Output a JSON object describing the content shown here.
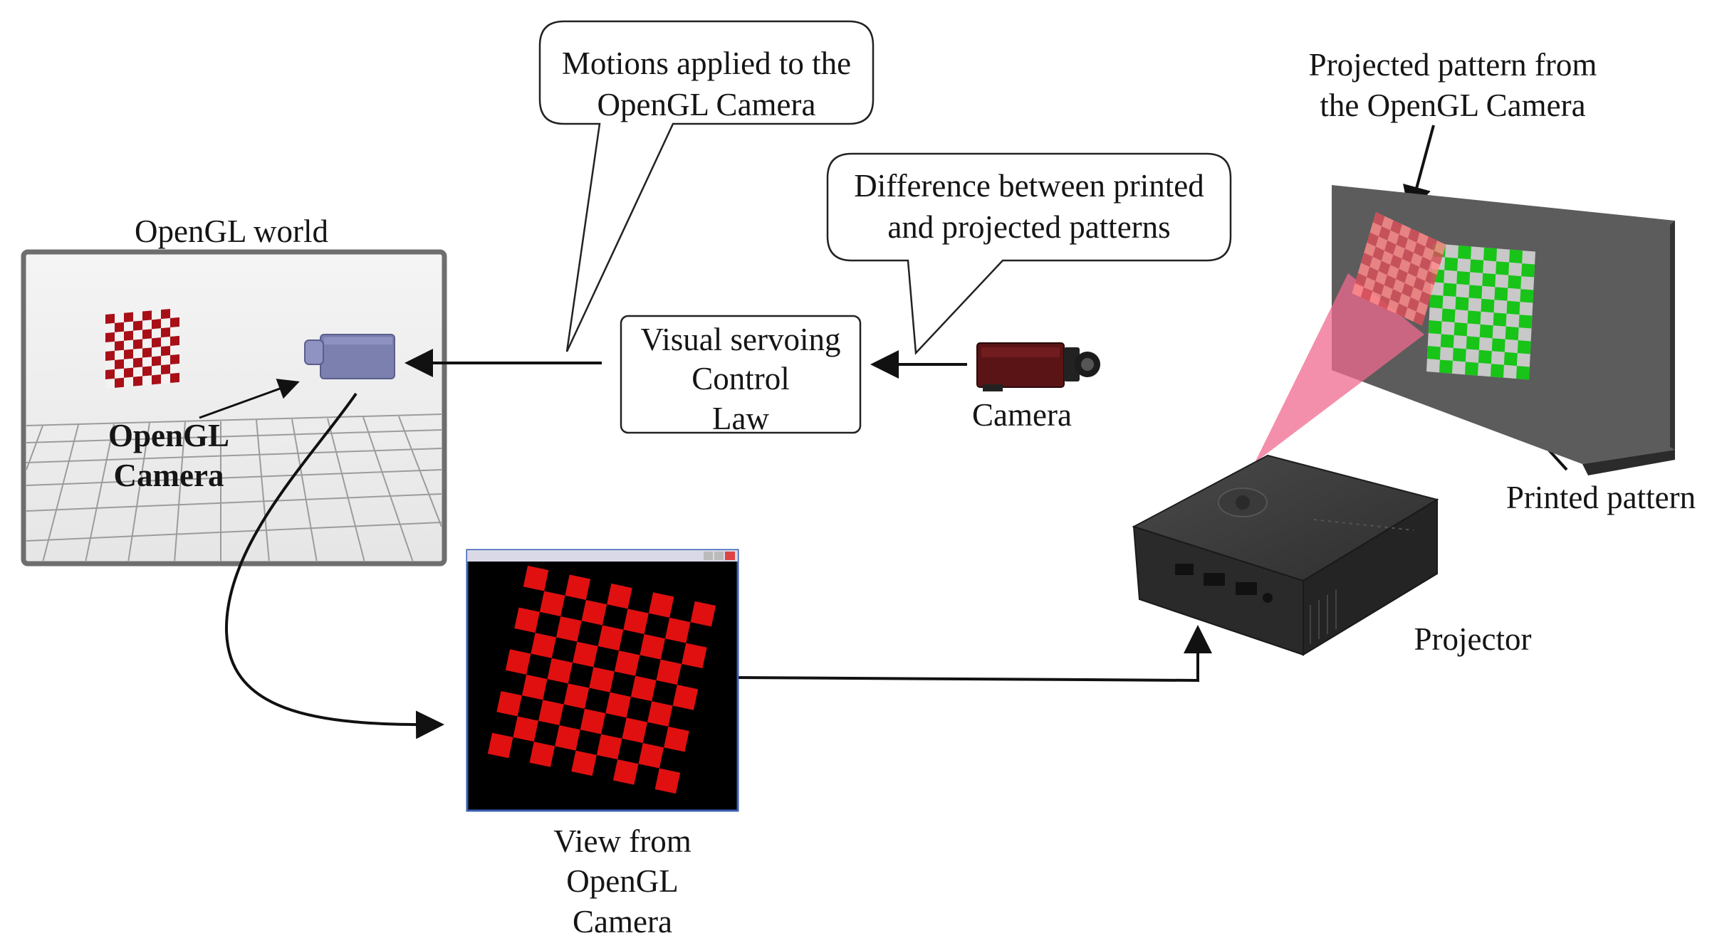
{
  "labels": {
    "opengl_world": "OpenGL world",
    "opengl_camera_line1": "OpenGL",
    "opengl_camera_line2": "Camera",
    "motions_line1": "Motions applied to the",
    "motions_line2": "OpenGL Camera",
    "difference_line1": "Difference between  printed",
    "difference_line2": "and projected  patterns",
    "vs_line1": "Visual servoing",
    "vs_line2": "Control",
    "vs_line3": "Law",
    "camera": "Camera",
    "view_line1": "View from",
    "view_line2": "OpenGL",
    "view_line3": "Camera",
    "projected_line1": "Projected pattern from",
    "projected_line2": "the OpenGL Camera",
    "printed_pattern": "Printed pattern",
    "projector": "Projector"
  },
  "colors": {
    "pattern_red": "#e01010",
    "pattern_dark_red": "#a80f16",
    "printed_green": "#18c418",
    "screen_gray": "#5c5c5c",
    "beam_pink": "#f06a8f",
    "opengl_camera_blue": "#7c80ae",
    "projector_dark": "#333333"
  }
}
